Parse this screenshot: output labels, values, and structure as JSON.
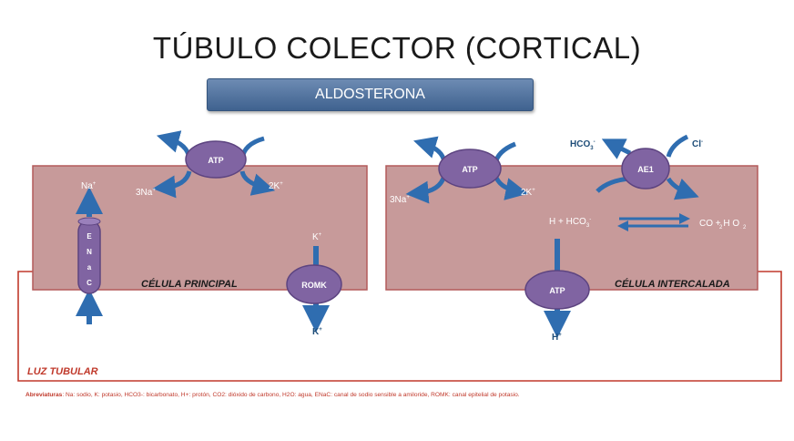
{
  "title": "TÚBULO COLECTOR (CORTICAL)",
  "hormone": "ALDOSTERONA",
  "lumen_label": "LUZ TUBULAR",
  "principal": {
    "label": "CÉLULA PRINCIPAL",
    "pump": "ATP",
    "na_in": "3Na",
    "k_out": "2K",
    "enac_letters": [
      "E",
      "N",
      "a",
      "C"
    ],
    "na_top": "Na",
    "romk": "ROMK",
    "k_top": "K",
    "k_bottom": "K"
  },
  "intercalated": {
    "label": "CÉLULA INTERCALADA",
    "pump": "ATP",
    "na_in": "3Na",
    "k_out": "2K",
    "ae1": "AE1",
    "hco3": "HCO",
    "cl": "Cl",
    "reaction_left": "H + HCO",
    "reaction_right": "CO  + H O",
    "atp_bottom": "ATP",
    "h_out": "H"
  },
  "footnote": {
    "heading": "Abreviaturas",
    "text": ": Na: sodio, K: potasio, HCO3-: bicarbonato, H+: protón, CO2: dióxido de carbono, H2O: agua, ENaC: canal de sodio sensible a amiloride, ROMK: canal epitelial de potasio."
  },
  "colors": {
    "cell_fill": "#c79a9a",
    "cell_border": "#b35a5a",
    "lumen_line": "#c0392b",
    "transporter": "#8064a2",
    "arrow": "#4f81bd",
    "label_blue": "#1f4e79"
  }
}
